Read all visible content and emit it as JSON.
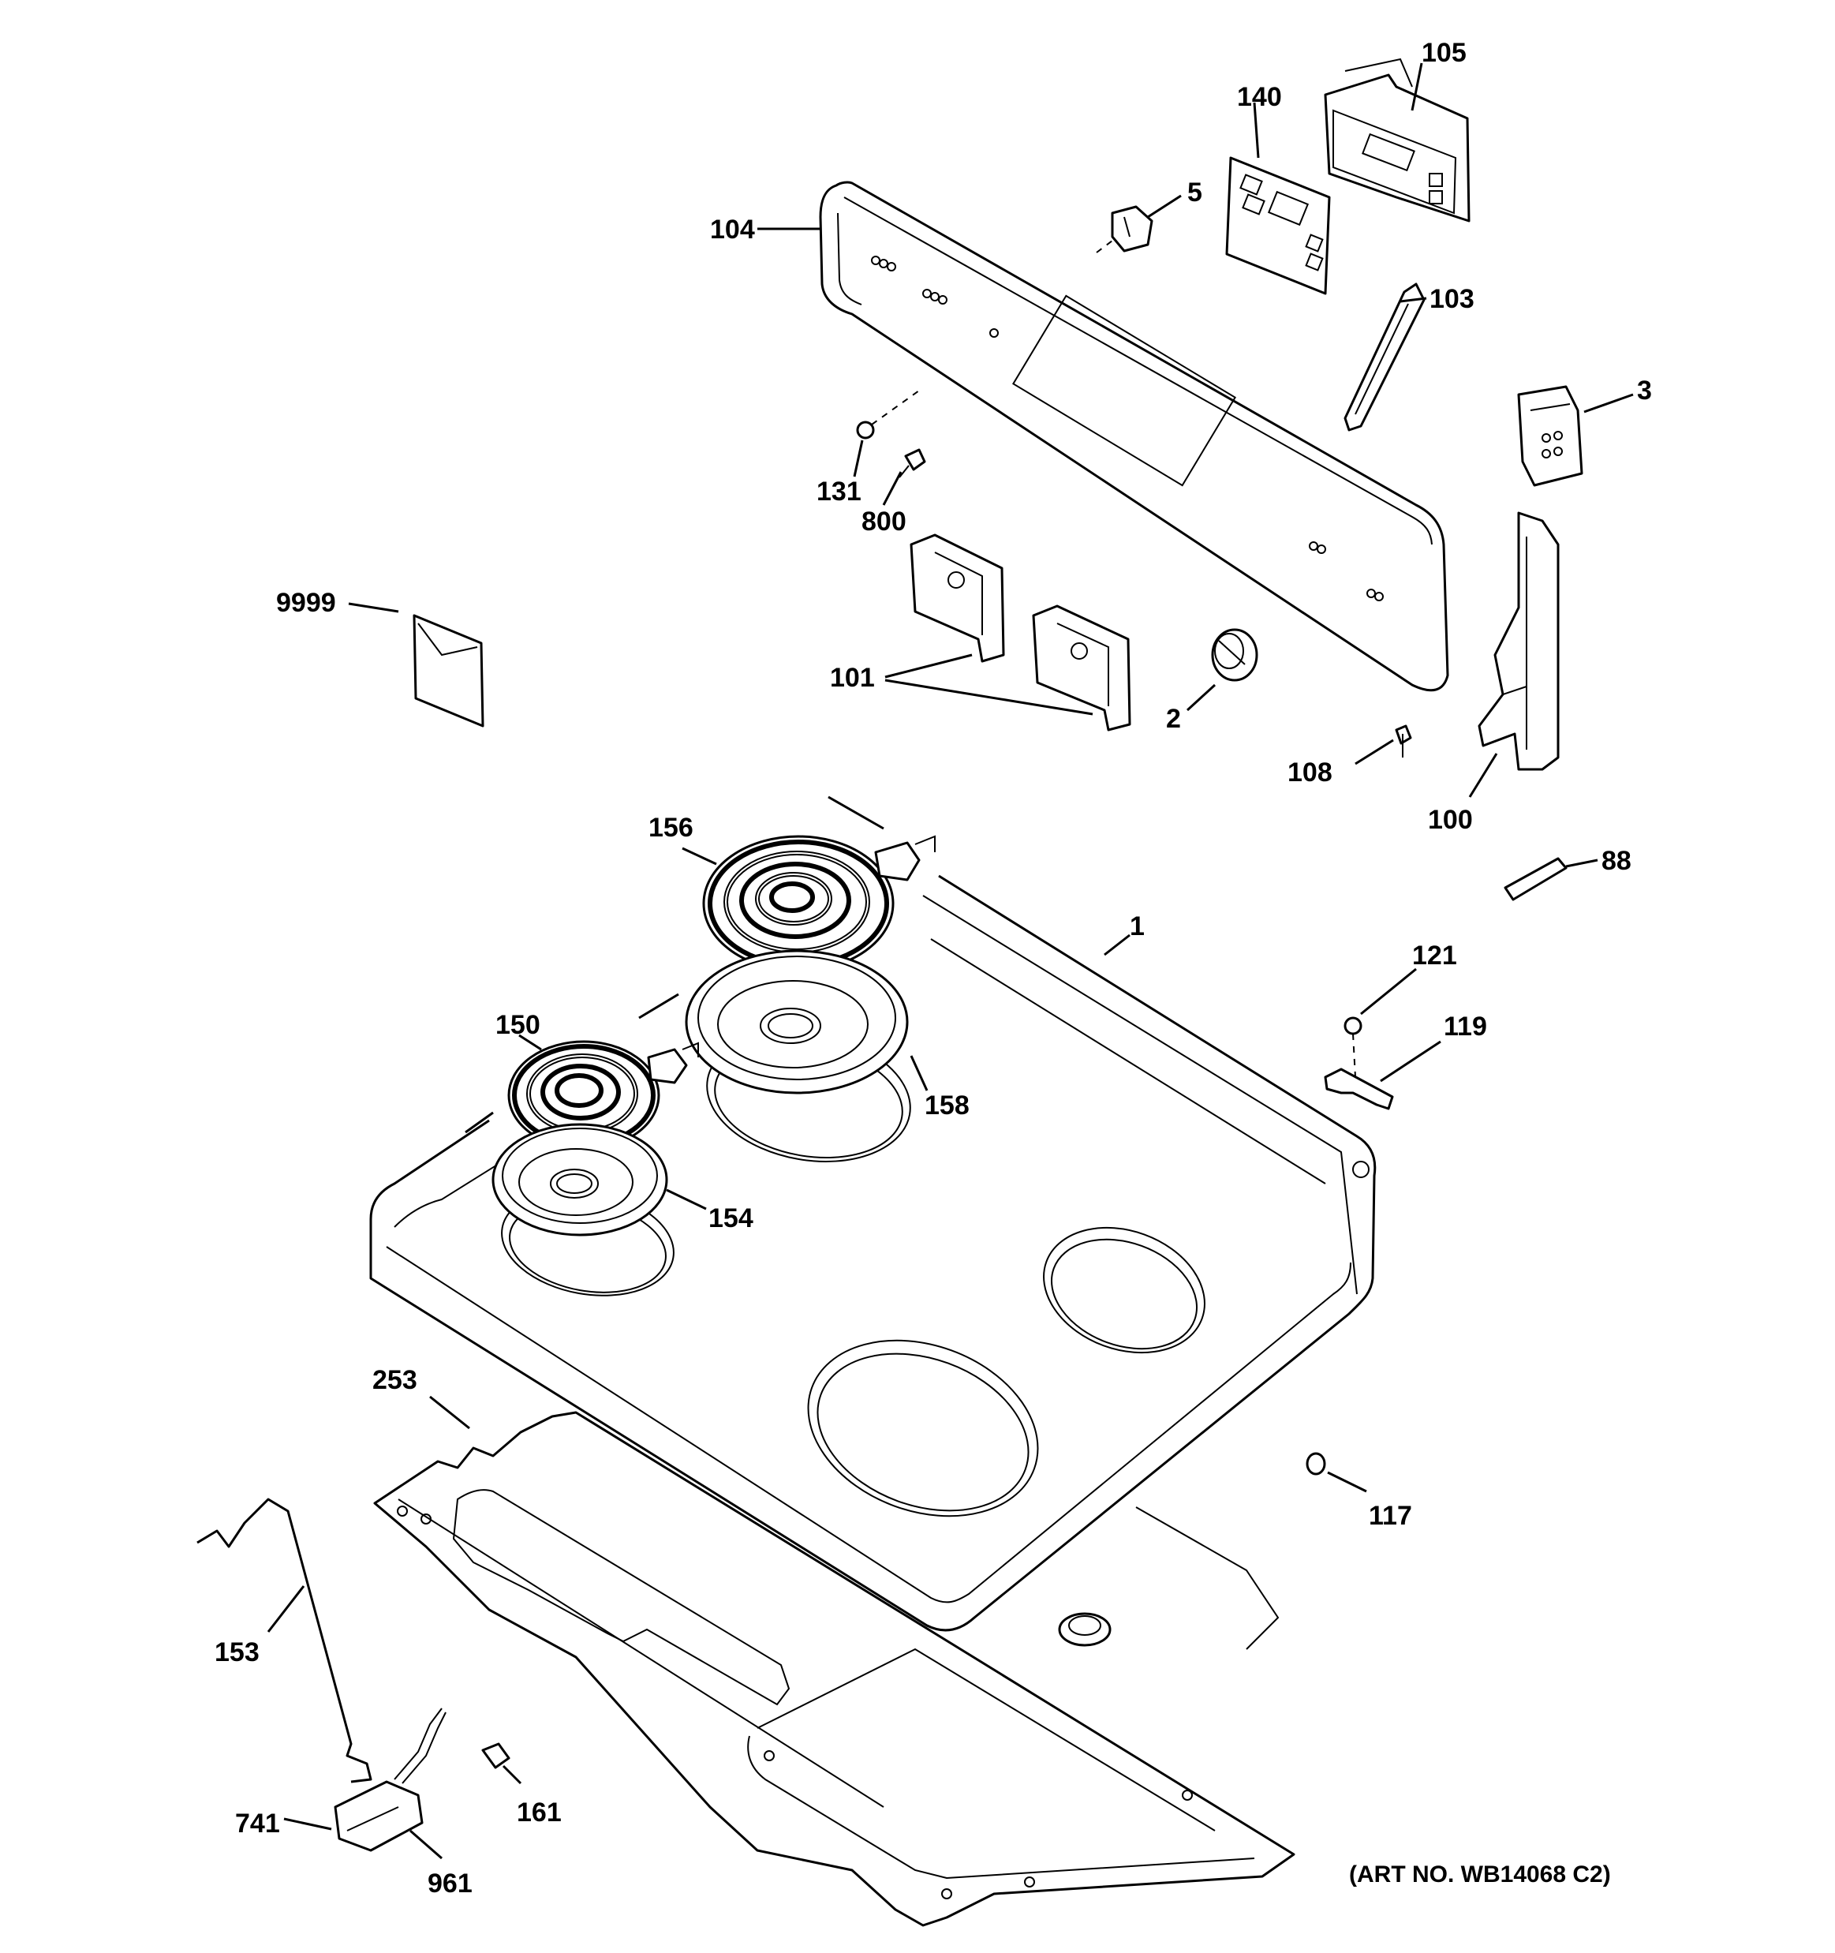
{
  "art_number": "(ART NO. WB14068 C2)",
  "callouts": {
    "c1": "1",
    "c2": "2",
    "c3": "3",
    "c5": "5",
    "c88": "88",
    "c100": "100",
    "c101": "101",
    "c103": "103",
    "c104": "104",
    "c105": "105",
    "c108": "108",
    "c117": "117",
    "c119": "119",
    "c121": "121",
    "c131": "131",
    "c140": "140",
    "c150": "150",
    "c153": "153",
    "c154": "154",
    "c156": "156",
    "c158": "158",
    "c161": "161",
    "c253": "253",
    "c741": "741",
    "c800": "800",
    "c961": "961",
    "c9999": "9999"
  }
}
